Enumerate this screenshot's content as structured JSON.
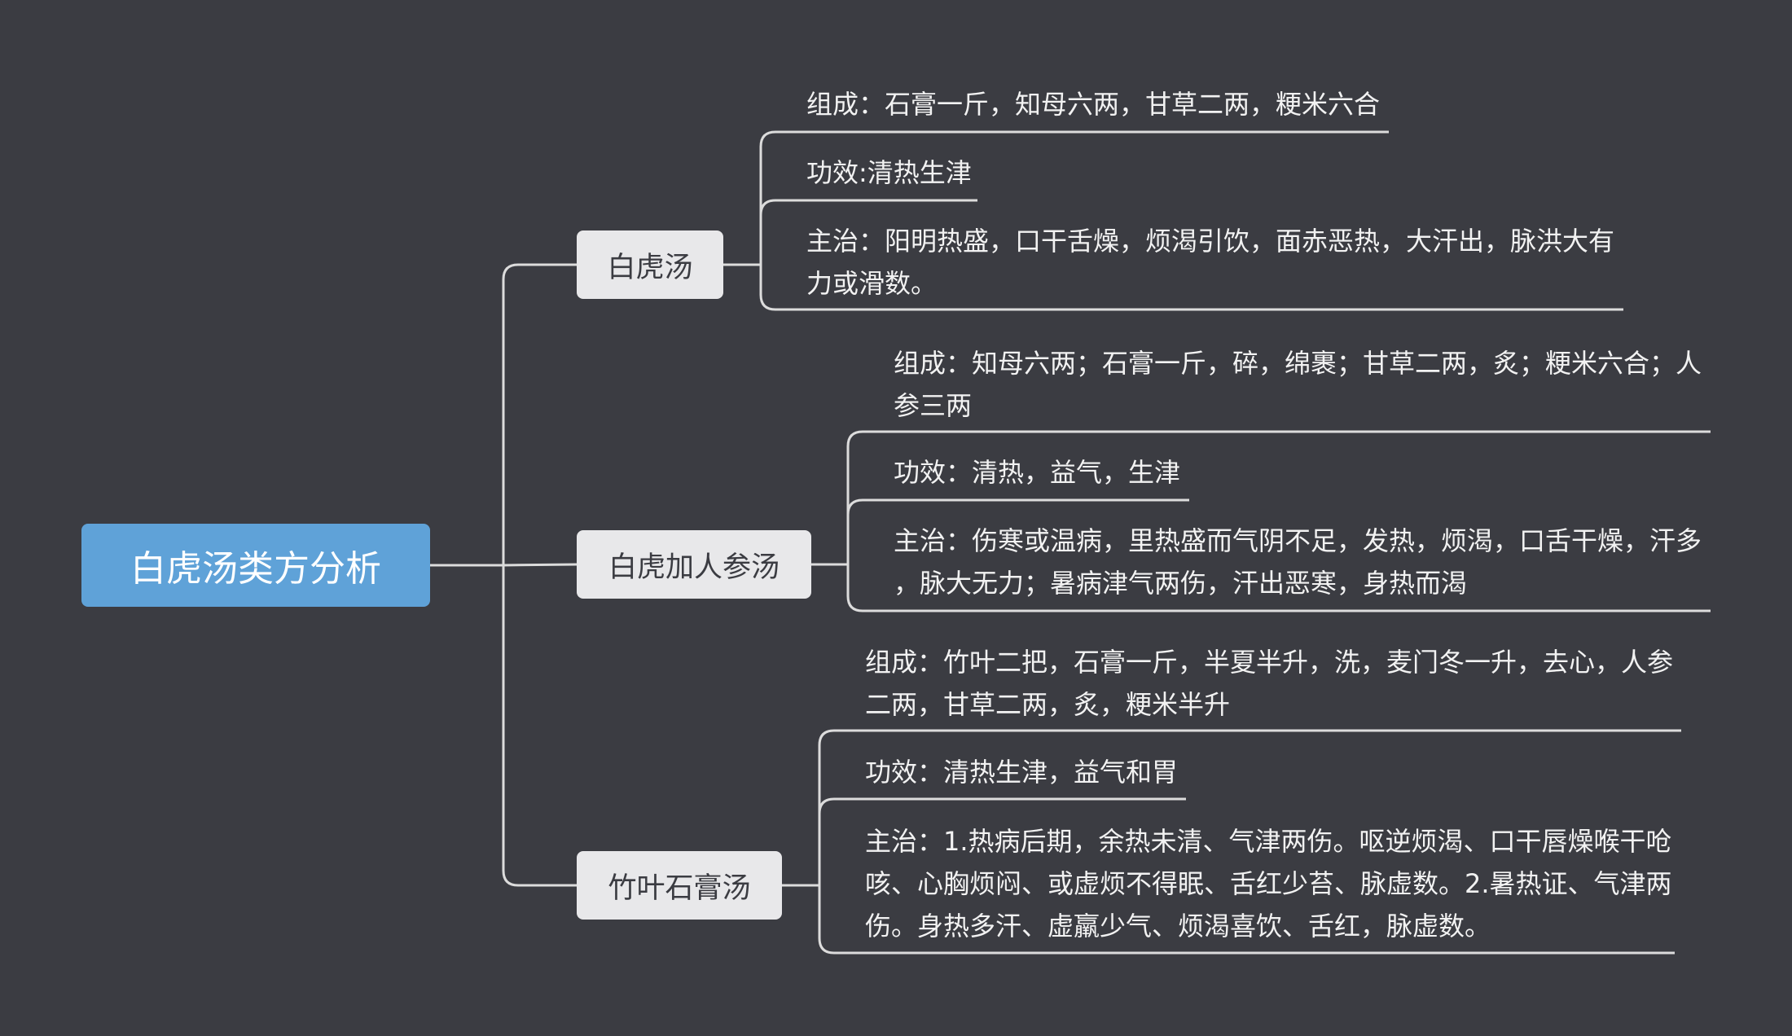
{
  "root": {
    "label": "白虎汤类方分析"
  },
  "branches": [
    {
      "label": "白虎汤",
      "leaves": [
        {
          "lines": [
            "组成：石膏一斤，知母六两，甘草二两，粳米六合"
          ]
        },
        {
          "lines": [
            "功效:清热生津"
          ]
        },
        {
          "lines": [
            "主治：阳明热盛，口干舌燥，烦渴引饮，面赤恶热，大汗出，脉洪大有",
            "力或滑数。"
          ]
        }
      ]
    },
    {
      "label": "白虎加人参汤",
      "leaves": [
        {
          "lines": [
            "组成：知母六两；石膏一斤，碎，绵裹；甘草二两，炙；粳米六合；人",
            "参三两"
          ]
        },
        {
          "lines": [
            "功效：清热，益气，生津"
          ]
        },
        {
          "lines": [
            "主治：伤寒或温病，里热盛而气阴不足，发热，烦渴，口舌干燥，汗多",
            "，脉大无力；暑病津气两伤，汗出恶寒，身热而渴"
          ]
        }
      ]
    },
    {
      "label": "竹叶石膏汤",
      "leaves": [
        {
          "lines": [
            "组成：竹叶二把，石膏一斤，半夏半升，洗，麦门冬一升，去心，人参",
            "二两，甘草二两，炙，粳米半升"
          ]
        },
        {
          "lines": [
            "功效：清热生津，益气和胃"
          ]
        },
        {
          "lines": [
            "主治：1.热病后期，余热未清、气津两伤。呕逆烦渴、口干唇燥喉干呛",
            "咳、心胸烦闷、或虚烦不得眠、舌红少苔、脉虚数。2.暑热证、气津两",
            "伤。身热多汗、虚羸少气、烦渴喜饮、舌红，脉虚数。"
          ]
        }
      ]
    }
  ]
}
